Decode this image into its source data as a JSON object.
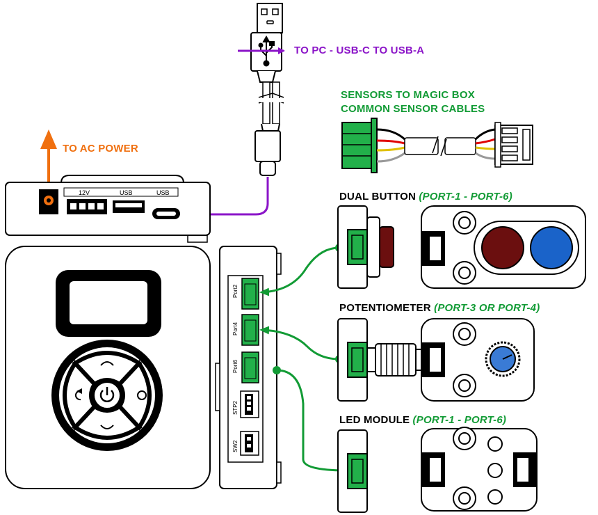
{
  "labels": {
    "usb_cable": "TO PC - USB-C TO USB-A",
    "ac_power": "TO AC POWER",
    "sensor_cables_line1": "SENSORS TO MAGIC BOX",
    "sensor_cables_line2": "COMMON SENSOR CABLES",
    "dual_button_title": "DUAL BUTTON",
    "dual_button_ports": "(PORT-1 - PORT-6)",
    "potentiometer_title": "POTENTIOMETER",
    "potentiometer_ports": "(PORT-3 OR PORT-4)",
    "led_module_title": "LED MODULE",
    "led_module_ports": "(PORT-1 - PORT-6)"
  },
  "box_top_ports": {
    "power": "12V",
    "usb1": "USB",
    "usb2": "USB"
  },
  "side_ports": {
    "port2": "Port2",
    "port4": "Port4",
    "port6": "Port6",
    "stp2": "STP2",
    "sw2": "SW2"
  },
  "colors": {
    "usb": "#8b14c8",
    "power": "#f07010",
    "sensor": "#129b35",
    "connector": "#22b04a",
    "button_red": "#6b0f0f",
    "button_blue": "#1a63c9",
    "knob_blue": "#3a7bd5"
  }
}
